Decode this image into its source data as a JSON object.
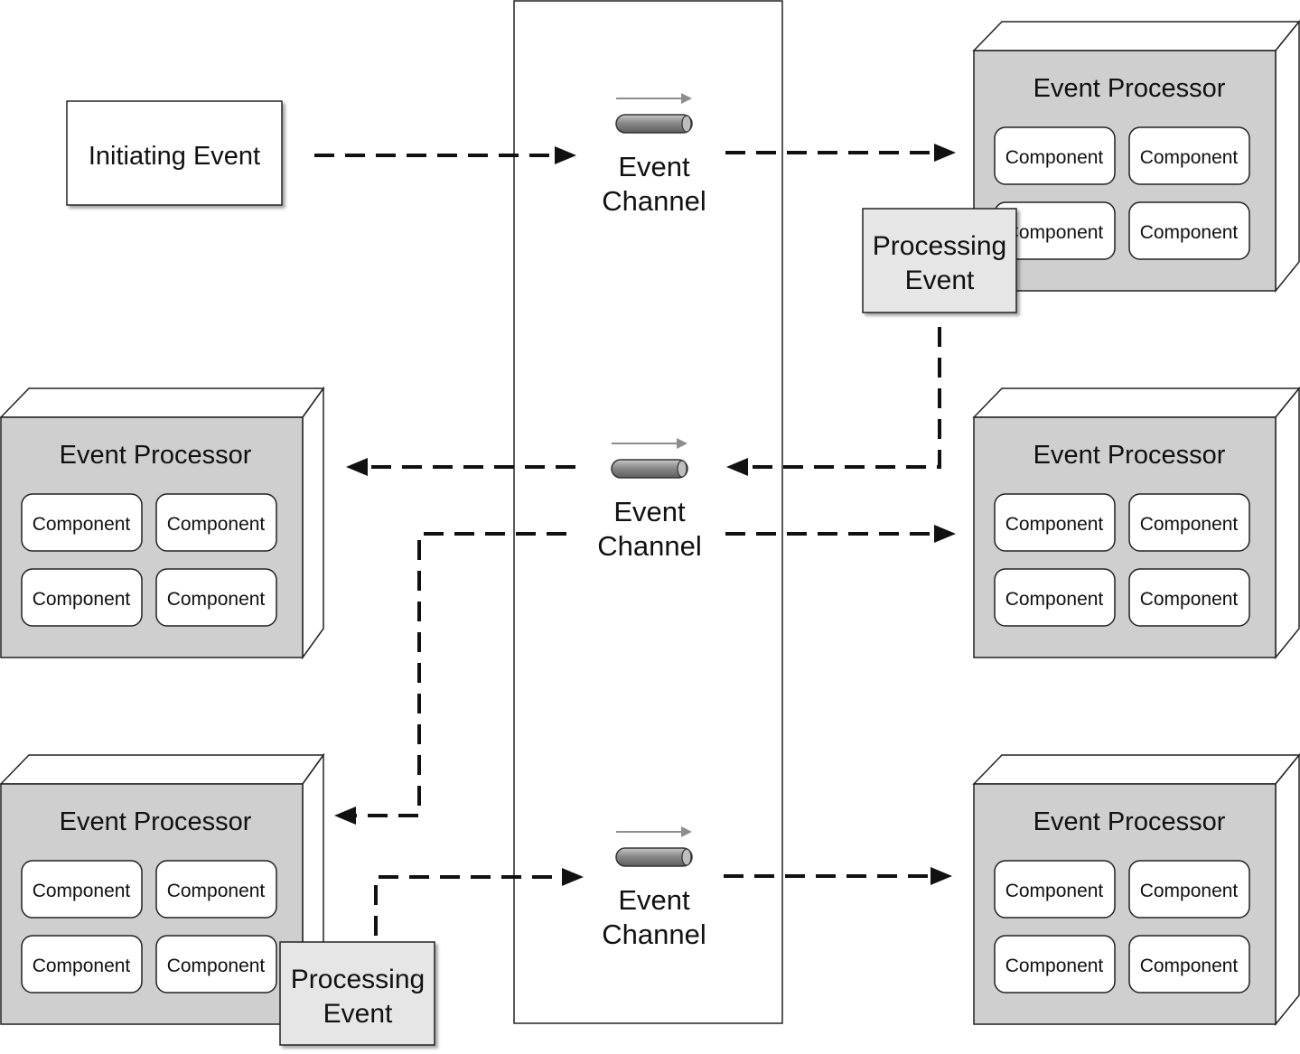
{
  "initiating_event": {
    "label": "Initiating Event"
  },
  "channels": [
    {
      "line1": "Event",
      "line2": "Channel"
    },
    {
      "line1": "Event",
      "line2": "Channel"
    },
    {
      "line1": "Event",
      "line2": "Channel"
    }
  ],
  "processors": [
    {
      "title": "Event Processor",
      "components": [
        "Component",
        "Component",
        "Component",
        "Component"
      ]
    },
    {
      "title": "Event Processor",
      "components": [
        "Component",
        "Component",
        "Component",
        "Component"
      ]
    },
    {
      "title": "Event Processor",
      "components": [
        "Component",
        "Component",
        "Component",
        "Component"
      ]
    },
    {
      "title": "Event Processor",
      "components": [
        "Component",
        "Component",
        "Component",
        "Component"
      ]
    },
    {
      "title": "Event Processor",
      "components": [
        "Component",
        "Component",
        "Component",
        "Component"
      ]
    }
  ],
  "processing_events": [
    {
      "line1": "Processing",
      "line2": "Event"
    },
    {
      "line1": "Processing",
      "line2": "Event"
    }
  ],
  "colors": {
    "processor_fill": "#cfcfcf",
    "processor_top": "#ffffff",
    "processing_event_fill": "#e6e6e6",
    "stroke": "#222222",
    "pipe": "#8d8d8d"
  }
}
